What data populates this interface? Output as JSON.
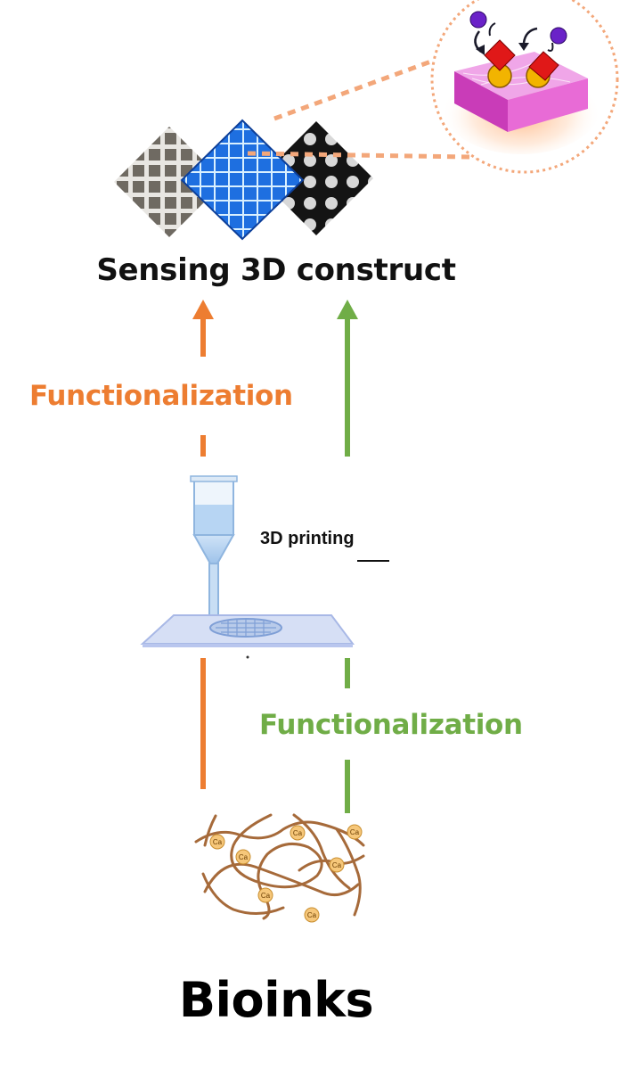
{
  "sensing_title": "Sensing 3D construct",
  "functionalization_left": "Functionalization",
  "functionalization_right": "Functionalization",
  "printing_label": "3D printing",
  "bioinks_title": "Bioinks",
  "ion_label": "Ca",
  "colors": {
    "orange": "#ED7D31",
    "green": "#70AD47",
    "construct_blue": "#1E6FE0",
    "substrate_pink": "#E86BD6",
    "polymer_brown": "#A66A3A",
    "ion_fill": "#F6C77A"
  }
}
